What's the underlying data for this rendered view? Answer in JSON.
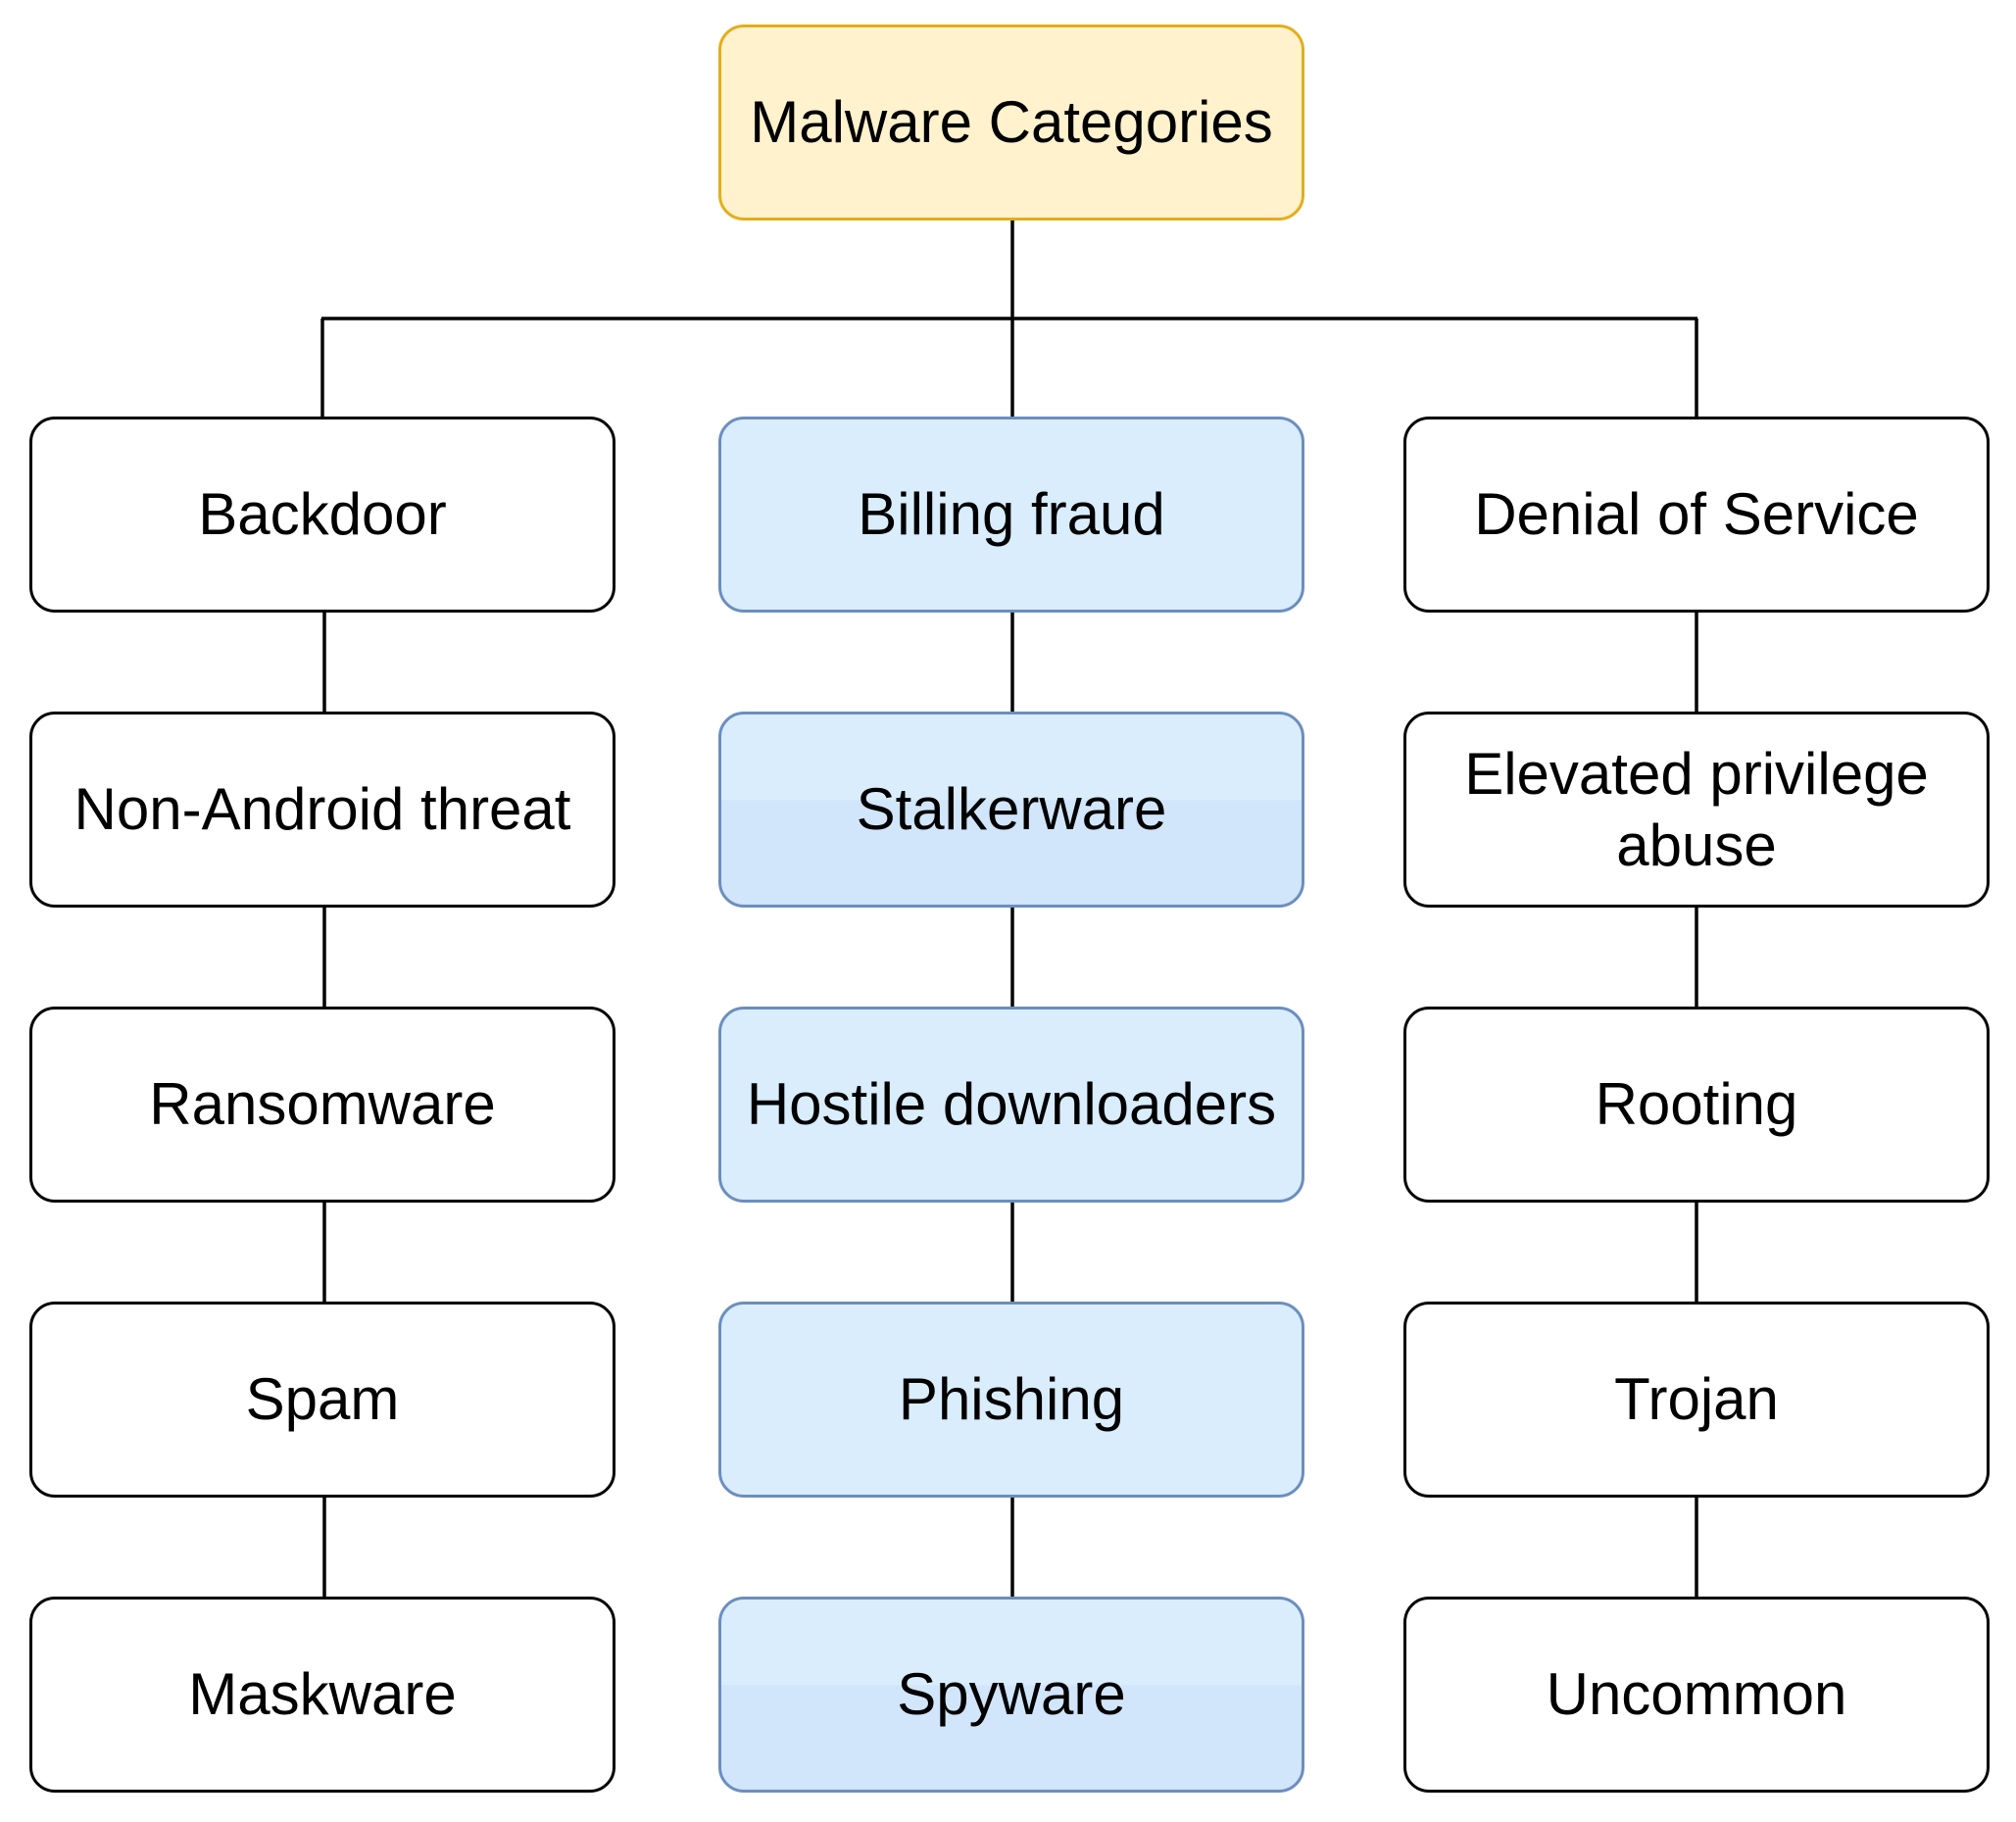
{
  "root": {
    "label": "Malware Categories"
  },
  "columns": [
    {
      "items": [
        "Backdoor",
        "Non-Android threat",
        "Ransomware",
        "Spam",
        "Maskware"
      ]
    },
    {
      "items": [
        "Billing fraud",
        "Stalkerware",
        "Hostile downloaders",
        "Phishing",
        "Spyware"
      ]
    },
    {
      "items": [
        "Denial of Service",
        "Elevated privilege abuse",
        "Rooting",
        "Trojan",
        "Uncommon"
      ]
    }
  ],
  "colors": {
    "root_fill": "#fff2cc",
    "root_border": "#e3ad1c",
    "middle_fill": "#d9edfd",
    "middle_border": "#6c8ebf",
    "default_fill": "#ffffff",
    "default_border": "#000000",
    "connector": "#000000"
  }
}
